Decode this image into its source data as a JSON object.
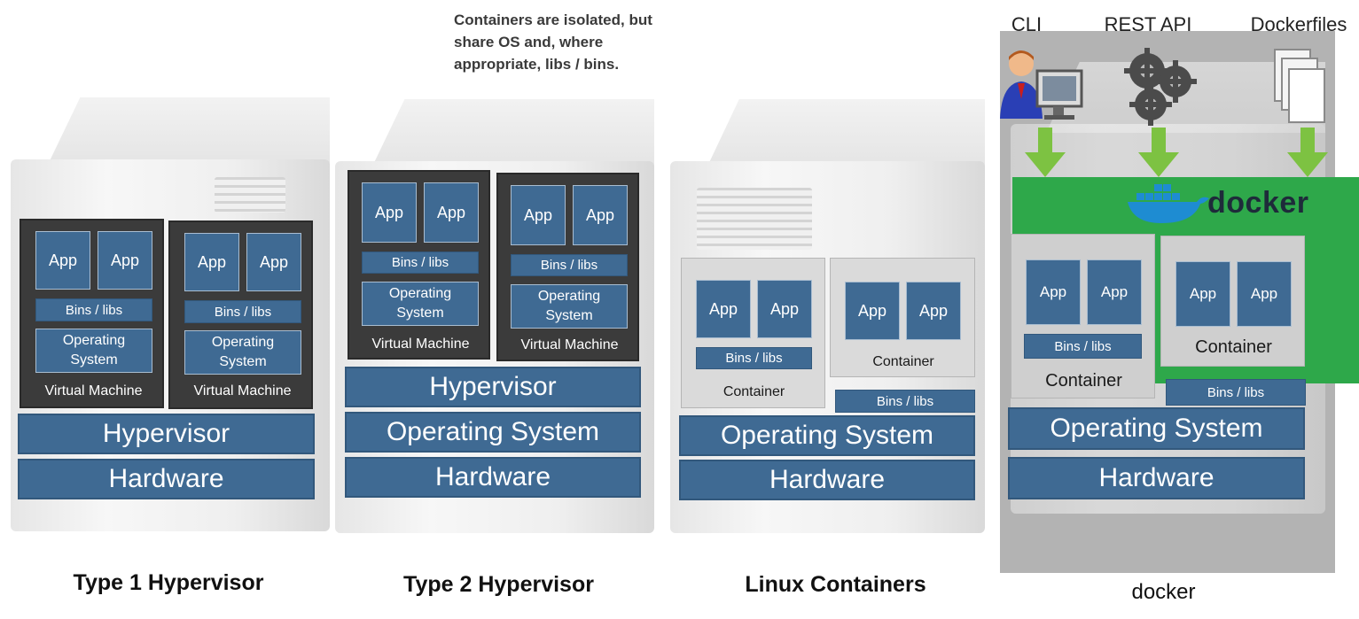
{
  "note": {
    "line1": "Containers are isolated, but",
    "line2": "share OS and, where",
    "line3": "appropriate, libs / bins."
  },
  "captions": {
    "type1": "Type 1 Hypervisor",
    "type2": "Type 2 Hypervisor",
    "linux": "Linux Containers",
    "docker": "docker"
  },
  "labels": {
    "app": "App",
    "bins_libs": "Bins / libs",
    "operating": "Operating",
    "system": "System",
    "virtual_machine": "Virtual Machine",
    "hypervisor": "Hypervisor",
    "operating_system": "Operating System",
    "hardware": "Hardware",
    "container": "Container"
  },
  "docker_inputs": {
    "cli": "CLI",
    "rest_api": "REST API",
    "dockerfiles": "Dockerfiles"
  },
  "docker_logo_text": "docker",
  "colors": {
    "layer_blue": "#3f6a93",
    "vm_dark": "#3b3b3b",
    "docker_green": "#2ea84a",
    "arrow_green": "#7dc242"
  }
}
